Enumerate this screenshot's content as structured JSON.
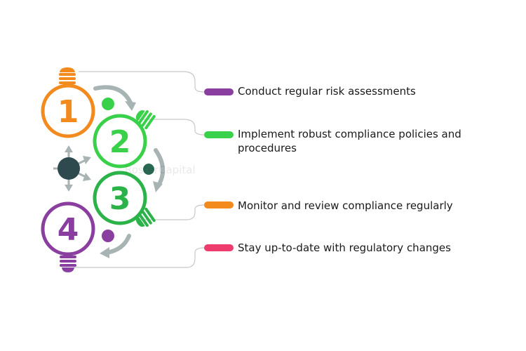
{
  "steps": [
    {
      "number": "1",
      "text": "Conduct regular risk assessments",
      "color": "#f28a1e",
      "tag_color": "#8a3fa0"
    },
    {
      "number": "2",
      "text": "Implement robust compliance policies and procedures",
      "color": "#3ad14a",
      "tag_color": "#3ad14a"
    },
    {
      "number": "3",
      "text": "Monitor and review compliance regularly",
      "color": "#2bb34a",
      "tag_color": "#f28a1e"
    },
    {
      "number": "4",
      "text": "Stay up-to-date with regulatory changes",
      "color": "#8a3fa0",
      "tag_color": "#ee3c6e"
    }
  ],
  "watermark": "RosterCapital",
  "colors": {
    "arrow": "#a8b4b4",
    "hub": "#2f4a4f",
    "connector": "#c8c8c8"
  }
}
